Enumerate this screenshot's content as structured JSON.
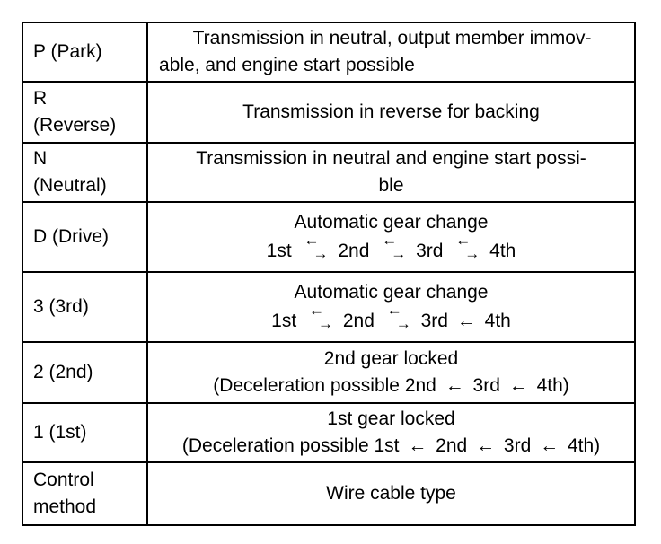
{
  "rows": [
    {
      "label": "P (Park)",
      "desc_lines": [
        "Transmission in neutral, output member immov-",
        "able, and engine start possible"
      ]
    },
    {
      "label_lines": [
        "R",
        "(Reverse)"
      ],
      "desc": "Transmission in reverse for backing"
    },
    {
      "label_lines": [
        "N",
        "(Neutral)"
      ],
      "desc_lines": [
        "Transmission in neutral and engine start possi-",
        "ble"
      ]
    },
    {
      "label": "D (Drive)",
      "title": "Automatic gear change",
      "gears": [
        "1st",
        "2nd",
        "3rd",
        "4th"
      ]
    },
    {
      "label": "3 (3rd)",
      "title": "Automatic gear change",
      "gears": [
        "1st",
        "2nd",
        "3rd",
        "4th"
      ]
    },
    {
      "label": "2 (2nd)",
      "title": "2nd gear locked",
      "desc_parts": [
        "(Deceleration possible 2nd",
        "3rd",
        "4th)"
      ]
    },
    {
      "label": "1 (1st)",
      "title": "1st gear locked",
      "desc_parts": [
        "(Deceleration possible 1st",
        "2nd",
        "3rd",
        "4th)"
      ]
    },
    {
      "label_lines": [
        "Control",
        "method"
      ],
      "desc": "Wire cable type"
    }
  ],
  "symbols": {
    "left_arrow": "←",
    "right_arrow": "→"
  }
}
